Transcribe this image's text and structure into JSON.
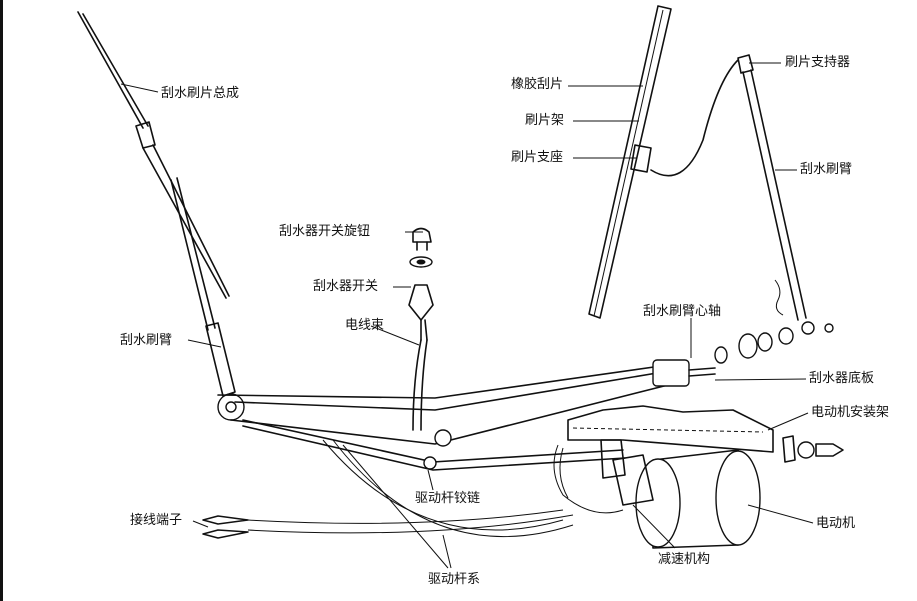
{
  "labels": {
    "wiper_blade_assembly": "刮水刷片总成",
    "rubber_blade": "橡胶刮片",
    "blade_frame": "刷片架",
    "blade_seat": "刷片支座",
    "blade_holder": "刷片支持器",
    "wiper_arm_right": "刮水刷臂",
    "switch_knob": "刮水器开关旋钮",
    "wiper_switch": "刮水器开关",
    "wire_harness": "电线束",
    "wiper_arm_left": "刮水刷臂",
    "arm_pivot_shaft": "刮水刷臂心轴",
    "base_plate": "刮水器底板",
    "motor_bracket": "电动机安装架",
    "motor": "电动机",
    "reduction_gear": "减速机构",
    "drive_rod_hinge": "驱动杆铰链",
    "terminal": "接线端子",
    "drive_rod_system": "驱动杆系"
  }
}
